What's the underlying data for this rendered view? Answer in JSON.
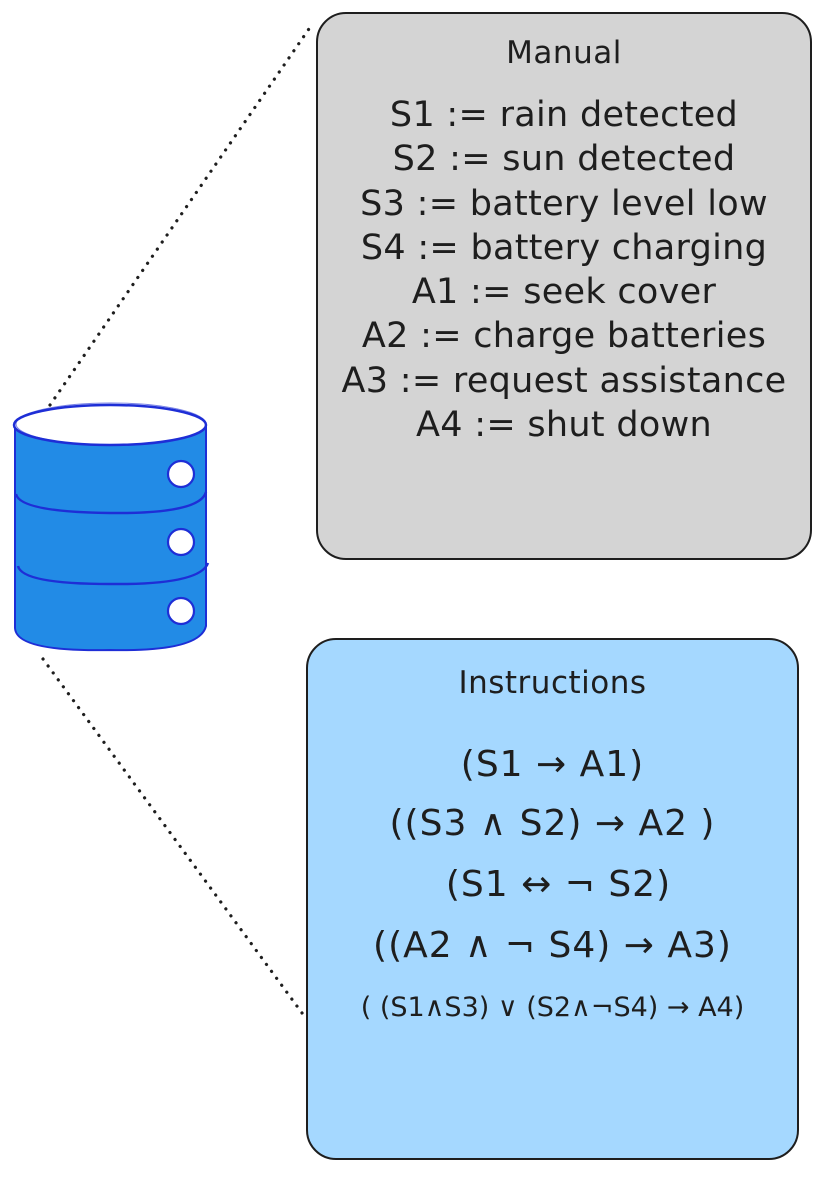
{
  "diagram": {
    "colors": {
      "database_fill": "#228be6",
      "database_stroke": "#1e2ed6",
      "database_top": "#ffffff",
      "manual_fill": "#d4d4d4",
      "instructions_fill": "#a5d8ff",
      "stroke": "#1e1e1e"
    },
    "database": {
      "label": "",
      "icon": "database-icon",
      "segments": 3,
      "indicators": 3
    },
    "manual": {
      "title": "Manual",
      "lines": [
        "S1 := rain detected",
        "S2 := sun detected",
        "S3 := battery level low",
        "S4 := battery charging",
        "A1 := seek cover",
        "A2 := charge batteries",
        "A3 := request assistance",
        "A4 := shut down"
      ]
    },
    "instructions": {
      "title": "Instructions",
      "lines": [
        "(S1 → A1)",
        "((S3 ∧ S2) → A2 )",
        "(S1 ↔ ¬ S2)",
        "((A2 ∧ ¬ S4) → A3)",
        "( (S1∧S3) ∨ (S2∧¬S4) → A4)"
      ]
    },
    "connectors": [
      {
        "from": "database",
        "to": "manual",
        "style": "dotted"
      },
      {
        "from": "database",
        "to": "instructions",
        "style": "dotted"
      }
    ]
  }
}
